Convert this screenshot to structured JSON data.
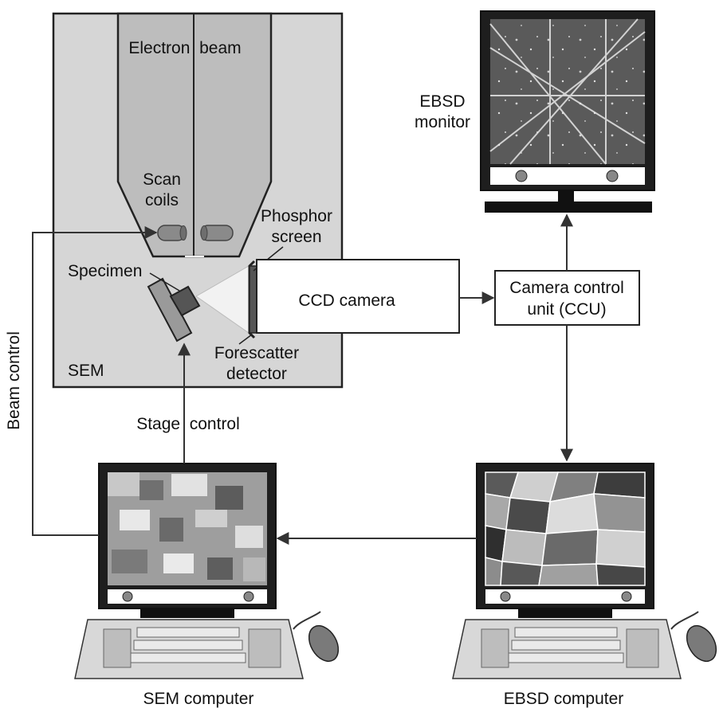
{
  "labels": {
    "electron_beam": "Electron  beam",
    "scan_coils_1": "Scan",
    "scan_coils_2": "coils",
    "phosphor_1": "Phosphor",
    "phosphor_2": "screen",
    "specimen": "Specimen",
    "ccd_camera": "CCD camera",
    "forescatter_1": "Forescatter",
    "forescatter_2": "detector",
    "sem": "SEM",
    "ccu_1": "Camera control",
    "ccu_2": "unit (CCU)",
    "ebsd_monitor_1": "EBSD",
    "ebsd_monitor_2": "monitor",
    "beam_control": "Beam control",
    "stage_control": "Stage  control",
    "sem_computer": "SEM computer",
    "ebsd_computer": "EBSD computer"
  },
  "colors": {
    "chamber_fill": "#d6d6d6",
    "column_fill": "#bdbdbd",
    "outline": "#222222",
    "line": "#333333",
    "screen_dark": "#2b2b2b",
    "coil": "#8a8a8a"
  },
  "icons": {
    "sem_keyboard": "keyboard-icon",
    "sem_mouse": "mouse-icon",
    "ebsd_keyboard": "keyboard-icon",
    "ebsd_mouse": "mouse-icon"
  }
}
